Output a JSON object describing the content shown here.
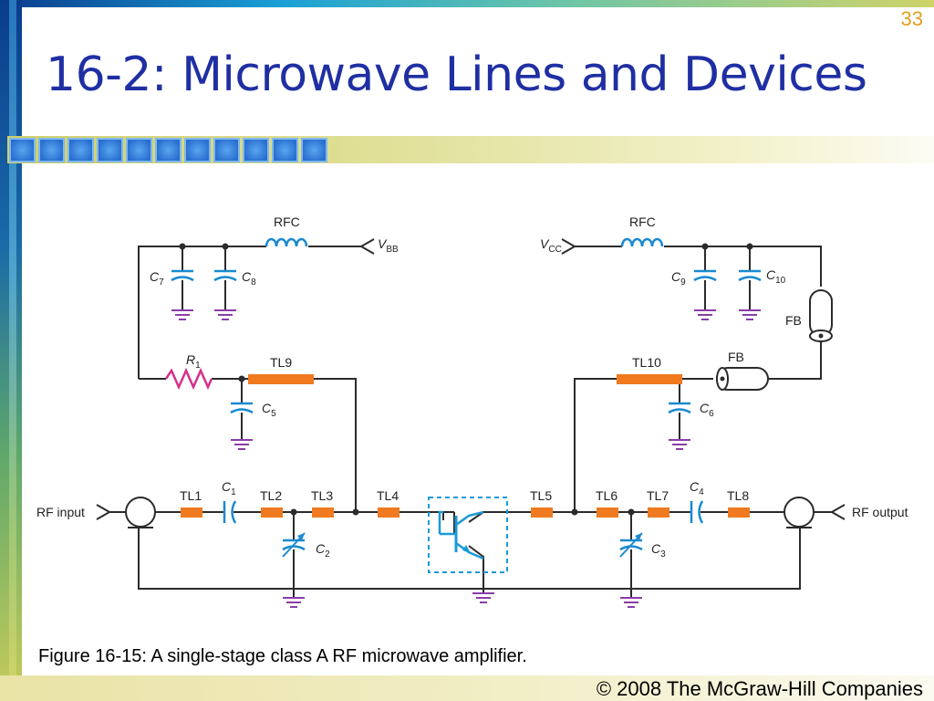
{
  "slide": {
    "number": "33",
    "title": "16-2: Microwave Lines and Devices",
    "caption": "Figure 16-15: A single-stage class A RF microwave amplifier.",
    "copyright": "© 2008 The McGraw-Hill Companies"
  },
  "colors": {
    "title": "#1f2fa3",
    "slide_number": "#e0a020",
    "wire": "#2b2b2b",
    "inductor": "#1a8ad0",
    "resistor": "#d62f8c",
    "line_section": "#f07a20",
    "capacitor": "#1a8ad0",
    "ground": "#8a3ca8"
  },
  "diagram": {
    "labels": {
      "rfc_left": "RFC",
      "rfc_right": "RFC",
      "vbb_main": "V",
      "vbb_sub": "BB",
      "vcc_main": "V",
      "vcc_sub": "CC",
      "c7_main": "C",
      "c7_sub": "7",
      "c8_main": "C",
      "c8_sub": "8",
      "c9_main": "C",
      "c9_sub": "9",
      "c10_main": "C",
      "c10_sub": "10",
      "r1_main": "R",
      "r1_sub": "1",
      "tl9": "TL9",
      "tl10": "TL10",
      "fb_top": "FB",
      "fb_side": "FB",
      "c5_main": "C",
      "c5_sub": "5",
      "c6_main": "C",
      "c6_sub": "6",
      "tl1": "TL1",
      "c1_main": "C",
      "c1_sub": "1",
      "tl2": "TL2",
      "tl3": "TL3",
      "tl4": "TL4",
      "tl5": "TL5",
      "tl6": "TL6",
      "tl7": "TL7",
      "c4_main": "C",
      "c4_sub": "4",
      "tl8": "TL8",
      "c2_main": "C",
      "c2_sub": "2",
      "c3_main": "C",
      "c3_sub": "3",
      "rf_input": "RF input",
      "rf_output": "RF output"
    }
  }
}
